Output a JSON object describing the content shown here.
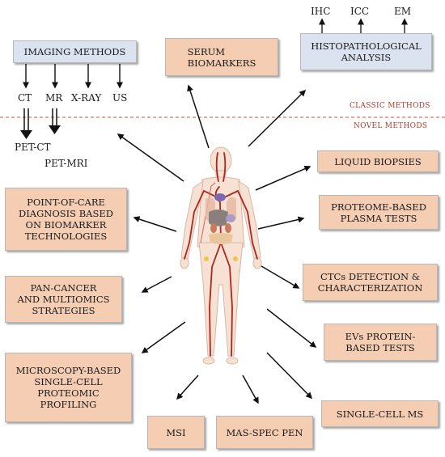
{
  "imaging": {
    "title": "IMAGING METHODS",
    "methods": [
      "CT",
      "MR",
      "X-RAY",
      "US"
    ],
    "hybrid": [
      "PET-CT",
      "PET-MRI"
    ]
  },
  "serum": {
    "line1": "SERUM",
    "line2": "BIOMARKERS"
  },
  "histo": {
    "line1": "HISTOPATHOLOGICAL",
    "line2": "ANALYSIS",
    "subtypes": [
      "IHC",
      "ICC",
      "EM"
    ]
  },
  "sections": {
    "classic": "CLASSIC METHODS",
    "novel": "NOVEL METHODS"
  },
  "left_boxes": {
    "poc": [
      "POINT-OF-CARE",
      "DIAGNOSIS BASED",
      "ON BIOMARKER",
      "TECHNOLOGIES"
    ],
    "pancancer": [
      "PAN-CANCER",
      "AND MULTIOMICS",
      "STRATEGIES"
    ],
    "microscopy": [
      "MICROSCOPY-BASED",
      "SINGLE-CELL",
      "PROTEOMIC",
      "PROFILING"
    ]
  },
  "right_boxes": {
    "liquid": [
      "LIQUID BIOPSIES"
    ],
    "proteome": [
      "PROTEOME-BASED",
      "PLASMA TESTS"
    ],
    "ctc": [
      "CTCs DETECTION &",
      "CHARACTERIZATION"
    ],
    "evs": [
      "EVs PROTEIN-",
      "BASED TESTS"
    ],
    "singlecell": [
      "SINGLE-CELL MS"
    ]
  },
  "bottom_boxes": {
    "msi": "MSI",
    "masspec": "MAS-SPEC PEN"
  },
  "colors": {
    "novel_box": "#f4cdb3",
    "classic_box": "#dbe3f1",
    "divider": "#c8543f",
    "artery": "#b3231f",
    "skin": "#f7e1d2"
  }
}
